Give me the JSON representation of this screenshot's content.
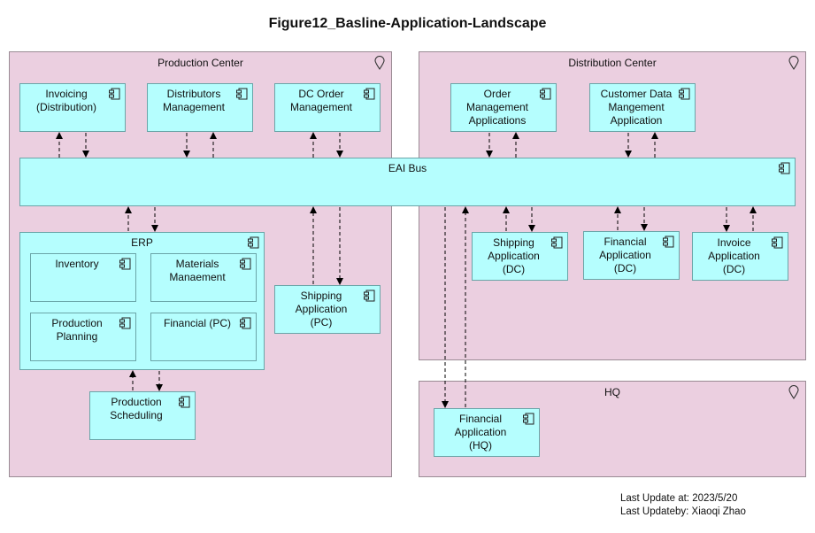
{
  "title": "Figure12_Basline-Application-Landscape",
  "groups": {
    "production": "Production Center",
    "distribution": "Distribution Center",
    "hq": "HQ"
  },
  "components": {
    "invoicing": "Invoicing\n(Distribution)",
    "distributors": "Distributors\nManagement",
    "dc_order": "DC Order\nManagement",
    "order_mgmt": "Order\nManagement\nApplications",
    "customer_data": "Customer Data\nMangement\nApplication",
    "eai_bus": "EAI Bus",
    "erp": "ERP",
    "inventory": "Inventory",
    "materials": "Materials\nManaement",
    "production_planning": "Production\nPlanning",
    "financial_pc": "Financial (PC)",
    "production_scheduling": "Production\nScheduling",
    "shipping_pc": "Shipping\nApplication\n(PC)",
    "shipping_dc": "Shipping\nApplication\n(DC)",
    "financial_dc": "Financial\nApplication\n(DC)",
    "invoice_dc": "Invoice\nApplication\n(DC)",
    "financial_hq": "Financial\nApplication\n(HQ)"
  },
  "footer": {
    "last_update": "Last Update at: 2023/5/20",
    "last_update_by": "Last Updateby: Xiaoqi Zhao"
  },
  "colors": {
    "group_fill": "#ebcfe0",
    "component_fill": "#b5fefe",
    "edge": "#000000"
  },
  "icons": {
    "group": "location-pin-icon",
    "component": "application-component-icon"
  }
}
